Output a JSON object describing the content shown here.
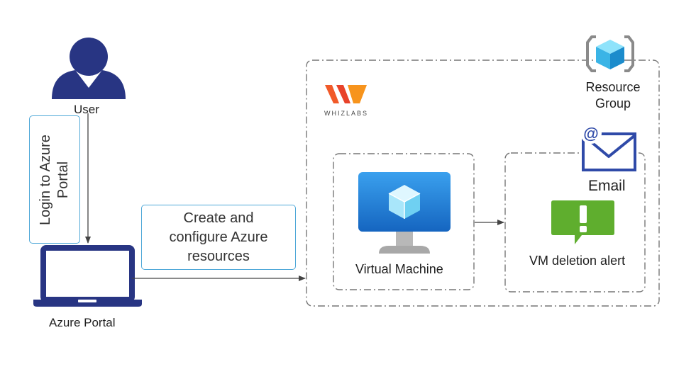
{
  "nodes": {
    "user": {
      "label": "User"
    },
    "portal": {
      "label": "Azure Portal"
    },
    "resource_group": {
      "label_line1": "Resource",
      "label_line2": "Group"
    },
    "vm": {
      "label": "Virtual Machine"
    },
    "email": {
      "label": "Email"
    },
    "alert": {
      "label": "VM deletion alert"
    }
  },
  "edges": {
    "login": {
      "line1": "Login to Azure",
      "line2": "Portal"
    },
    "create": {
      "line1": "Create and",
      "line2": "configure Azure",
      "line3": "resources"
    }
  },
  "brand": {
    "name": "WHIZLABS"
  },
  "colors": {
    "user_icon": "#283583",
    "laptop": "#283583",
    "label_border": "#4fa8d8",
    "vm_blue": "#1e88e5",
    "alert_green": "#5fae2e",
    "whizlabs_orange": "#f15a29",
    "email_blue": "#2f4aa8"
  }
}
